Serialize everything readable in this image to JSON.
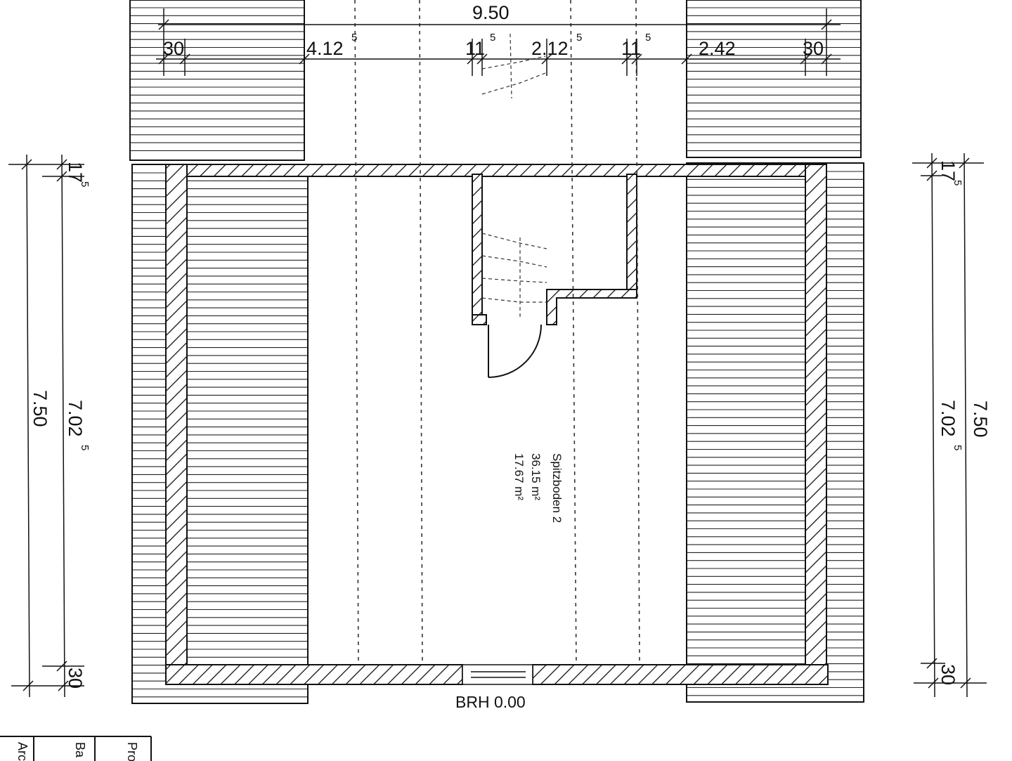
{
  "top_dims": {
    "overall": "9.50",
    "seg_left": "30",
    "seg_a": "4.12",
    "seg_a_sup": "5",
    "seg_b": "11",
    "seg_b_sup": "5",
    "seg_c": "2.12",
    "seg_c_sup": "5",
    "seg_d": "11",
    "seg_d_sup": "5",
    "seg_e": "2.42",
    "seg_right": "30"
  },
  "left_dims": {
    "total": "7.50",
    "inner": "7.02",
    "inner_sup": "5",
    "top": "17",
    "top_sup": "5",
    "bottom": "30"
  },
  "right_dims": {
    "total": "7.50",
    "inner": "7.02",
    "inner_sup": "5",
    "top": "17",
    "top_sup": "5",
    "bottom": "30"
  },
  "room": {
    "name": "Spitzboden 2",
    "area_1": "36.15 m²",
    "area_2": "17.67 m²"
  },
  "brh": "BRH 0.00",
  "title_block": {
    "col_1": "Arc",
    "col_2": "Ba",
    "col_3": "Pro"
  }
}
